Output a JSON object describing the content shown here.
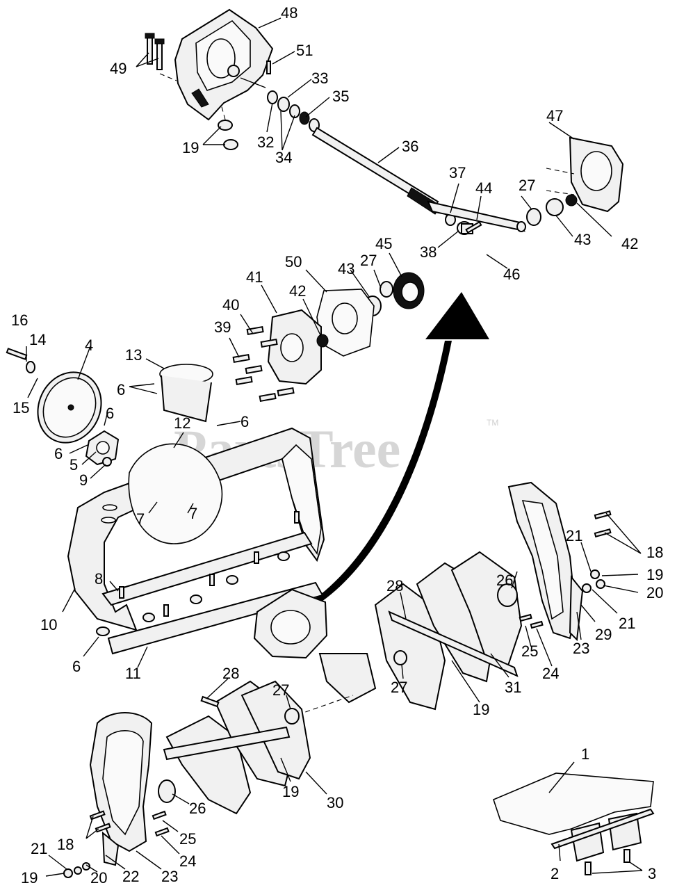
{
  "watermark": {
    "text": "PartsTree",
    "trademark": "TM"
  },
  "callouts": {
    "c1": "1",
    "c2": "2",
    "c3": "3",
    "c4": "4",
    "c5": "5",
    "c6a": "6",
    "c6b": "6",
    "c6c": "6",
    "c6d": "6",
    "c6e": "6",
    "c7a": "7",
    "c7b": "7",
    "c8": "8",
    "c9": "9",
    "c10": "10",
    "c11": "11",
    "c12": "12",
    "c13": "13",
    "c14": "14",
    "c15": "15",
    "c16": "16",
    "c18a": "18",
    "c18b": "18",
    "c19a": "19",
    "c19b": "19",
    "c19c": "19",
    "c19d": "19",
    "c19e": "19",
    "c20a": "20",
    "c20b": "20",
    "c21a": "21",
    "c21b": "21",
    "c21c": "21",
    "c22": "22",
    "c23a": "23",
    "c23b": "23",
    "c24a": "24",
    "c24b": "24",
    "c25a": "25",
    "c25b": "25",
    "c26a": "26",
    "c26b": "26",
    "c27a": "27",
    "c27b": "27",
    "c27c": "27",
    "c27d": "27",
    "c28a": "28",
    "c28b": "28",
    "c29": "29",
    "c30": "30",
    "c31": "31",
    "c32": "32",
    "c33": "33",
    "c34": "34",
    "c35": "35",
    "c36": "36",
    "c37": "37",
    "c38": "38",
    "c39": "39",
    "c40": "40",
    "c41": "41",
    "c42a": "42",
    "c42b": "42",
    "c43a": "43",
    "c43b": "43",
    "c44": "44",
    "c45": "45",
    "c46": "46",
    "c47": "47",
    "c48": "48",
    "c49": "49",
    "c50": "50",
    "c51": "51"
  }
}
